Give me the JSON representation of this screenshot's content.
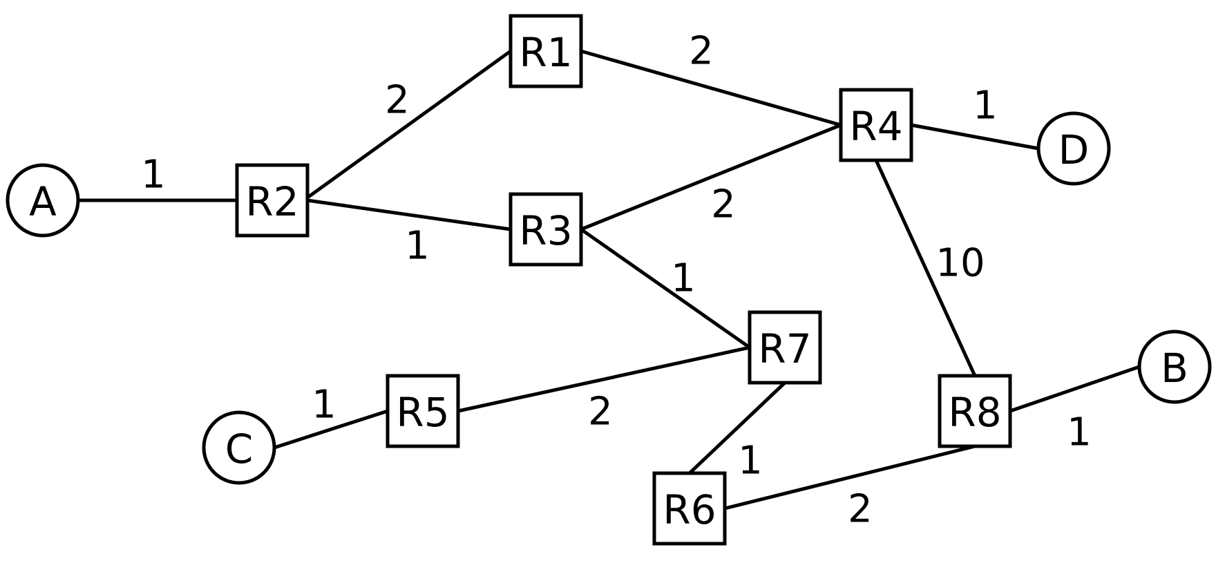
{
  "nodes": [
    {
      "id": "A",
      "label": "A",
      "shape": "circle"
    },
    {
      "id": "B",
      "label": "B",
      "shape": "circle"
    },
    {
      "id": "C",
      "label": "C",
      "shape": "circle"
    },
    {
      "id": "D",
      "label": "D",
      "shape": "circle"
    },
    {
      "id": "R1",
      "label": "R1",
      "shape": "box"
    },
    {
      "id": "R2",
      "label": "R2",
      "shape": "box"
    },
    {
      "id": "R3",
      "label": "R3",
      "shape": "box"
    },
    {
      "id": "R4",
      "label": "R4",
      "shape": "box"
    },
    {
      "id": "R5",
      "label": "R5",
      "shape": "box"
    },
    {
      "id": "R6",
      "label": "R6",
      "shape": "box"
    },
    {
      "id": "R7",
      "label": "R7",
      "shape": "box"
    },
    {
      "id": "R8",
      "label": "R8",
      "shape": "box"
    }
  ],
  "edges": [
    {
      "from": "A",
      "to": "R2",
      "weight": "1"
    },
    {
      "from": "R2",
      "to": "R1",
      "weight": "2"
    },
    {
      "from": "R2",
      "to": "R3",
      "weight": "1"
    },
    {
      "from": "R1",
      "to": "R4",
      "weight": "2"
    },
    {
      "from": "R3",
      "to": "R4",
      "weight": "2"
    },
    {
      "from": "R4",
      "to": "D",
      "weight": "1"
    },
    {
      "from": "R3",
      "to": "R7",
      "weight": "1"
    },
    {
      "from": "R4",
      "to": "R8",
      "weight": "10"
    },
    {
      "from": "C",
      "to": "R5",
      "weight": "1"
    },
    {
      "from": "R5",
      "to": "R7",
      "weight": "2"
    },
    {
      "from": "R7",
      "to": "R6",
      "weight": "1"
    },
    {
      "from": "R6",
      "to": "R8",
      "weight": "2"
    },
    {
      "from": "R8",
      "to": "B",
      "weight": "1"
    }
  ]
}
